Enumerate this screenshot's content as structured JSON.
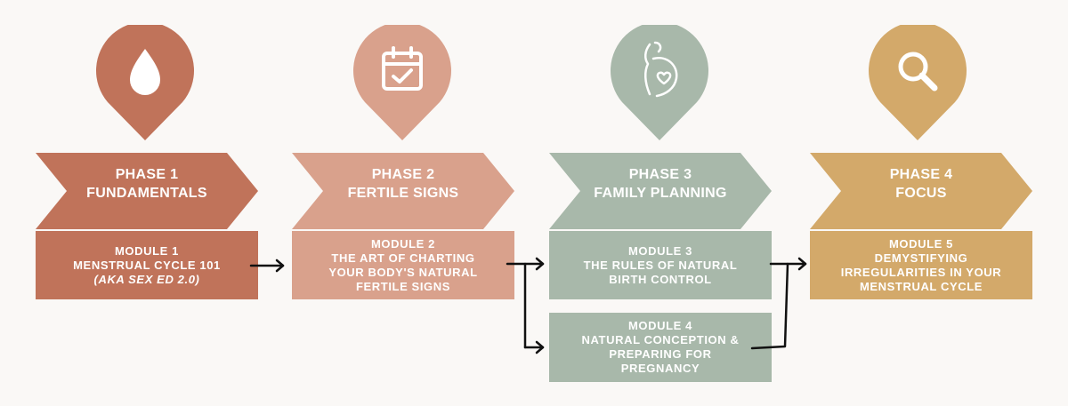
{
  "colors": {
    "phase1": "#c0735a",
    "phase2": "#d9a18c",
    "phase3": "#a8b8aa",
    "phase4": "#d3a96a",
    "arrow": "#111111",
    "background": "#faf8f6"
  },
  "phases": [
    {
      "icon": "water-drop-icon",
      "title": "PHASE 1",
      "name": "FUNDAMENTALS"
    },
    {
      "icon": "calendar-check-icon",
      "title": "PHASE 2",
      "name": "FERTILE SIGNS"
    },
    {
      "icon": "pregnancy-heart-icon",
      "title": "PHASE 3",
      "name": "FAMILY PLANNING"
    },
    {
      "icon": "magnifier-icon",
      "title": "PHASE 4",
      "name": "FOCUS"
    }
  ],
  "modules": {
    "m1": {
      "title": "MODULE 1",
      "line1": "MENSTRUAL CYCLE 101",
      "line2": "(AKA SEX ED 2.0)"
    },
    "m2": {
      "title": "MODULE 2",
      "line1": "THE ART OF CHARTING",
      "line2": "YOUR BODY'S NATURAL",
      "line3": "FERTILE SIGNS"
    },
    "m3": {
      "title": "MODULE 3",
      "line1": "THE RULES OF NATURAL",
      "line2": "BIRTH CONTROL"
    },
    "m4": {
      "title": "MODULE 4",
      "line1": "NATURAL CONCEPTION &",
      "line2": "PREPARING FOR",
      "line3": "PREGNANCY"
    },
    "m5": {
      "title": "MODULE 5",
      "line1": "DEMYSTIFYING",
      "line2": "IRREGULARITIES IN YOUR",
      "line3": "MENSTRUAL CYCLE"
    }
  }
}
